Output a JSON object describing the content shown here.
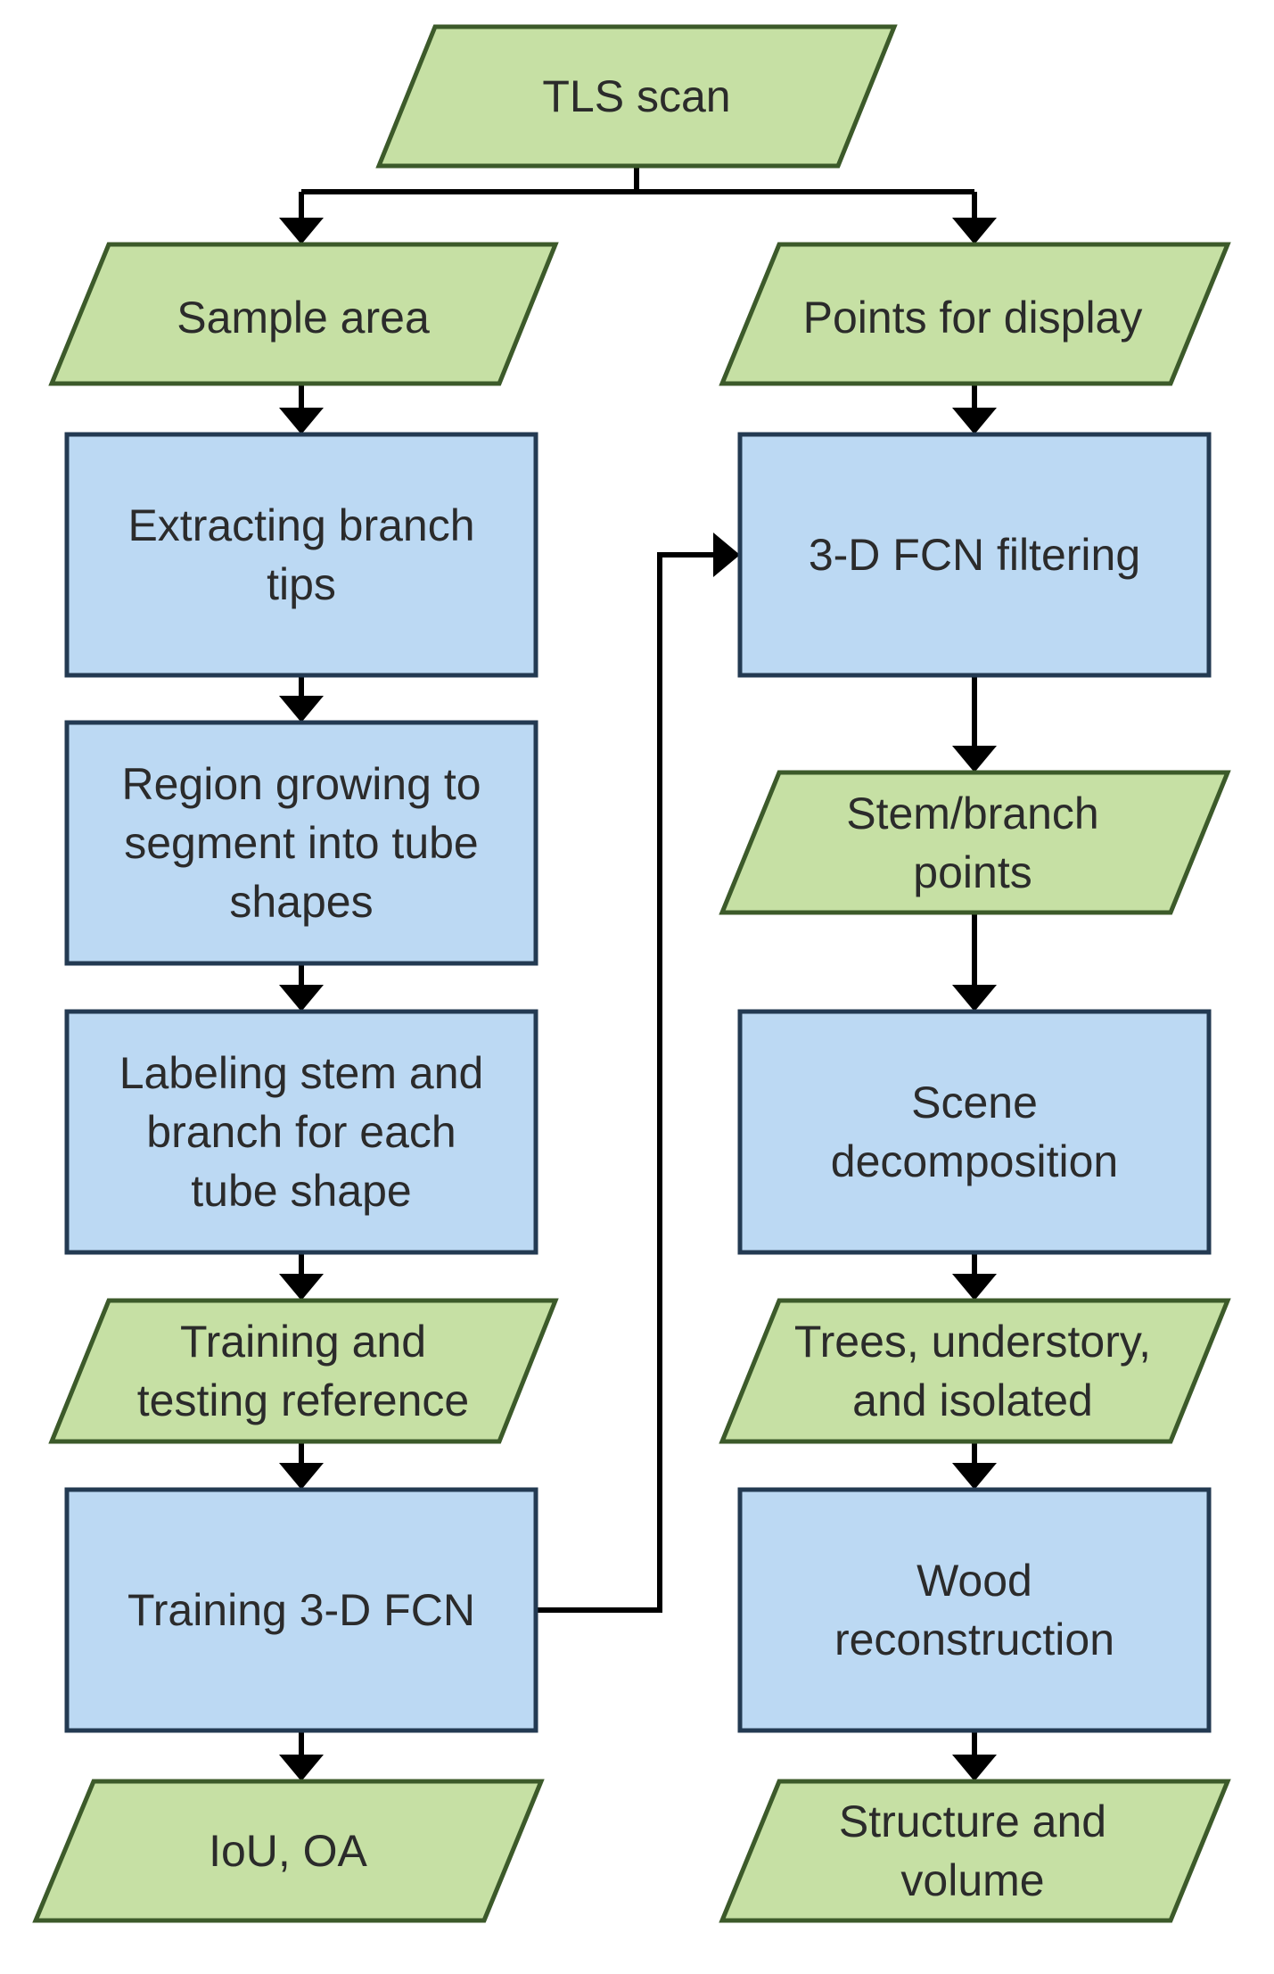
{
  "colors": {
    "io_fill": "#c6e0a4",
    "io_stroke": "#3c5a2a",
    "process_fill": "#bcd9f3",
    "process_stroke": "#233a52",
    "connector": "#000000",
    "text": "#2b2b2b"
  },
  "nodes": {
    "tls_scan": {
      "lines": [
        "TLS scan"
      ]
    },
    "sample_area": {
      "lines": [
        "Sample area"
      ]
    },
    "points_for_display": {
      "lines": [
        "Points for display"
      ]
    },
    "extracting_branch_tips": {
      "lines": [
        "Extracting branch",
        "tips"
      ]
    },
    "region_growing": {
      "lines": [
        "Region growing to",
        "segment into tube",
        "shapes"
      ]
    },
    "labeling_stem_branch": {
      "lines": [
        "Labeling stem and",
        "branch for each",
        "tube shape"
      ]
    },
    "training_testing_reference": {
      "lines": [
        "Training and",
        "testing reference"
      ]
    },
    "training_fcn": {
      "lines": [
        "Training 3-D FCN"
      ]
    },
    "iou_oa": {
      "lines": [
        "IoU, OA"
      ]
    },
    "fcn_filtering": {
      "lines": [
        "3-D FCN filtering"
      ]
    },
    "stem_branch_points": {
      "lines": [
        "Stem/branch",
        "points"
      ]
    },
    "scene_decomposition": {
      "lines": [
        "Scene",
        "decomposition"
      ]
    },
    "trees_understory_isolated": {
      "lines": [
        "Trees, understory,",
        "and isolated"
      ]
    },
    "wood_reconstruction": {
      "lines": [
        "Wood",
        "reconstruction"
      ]
    },
    "structure_volume": {
      "lines": [
        "Structure and",
        "volume"
      ]
    }
  }
}
